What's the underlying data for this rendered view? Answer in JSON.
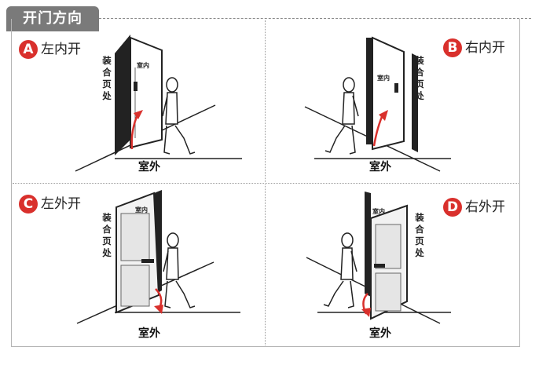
{
  "header": {
    "title": "开门方向"
  },
  "options": [
    {
      "letter": "A",
      "label": "左内开",
      "side": "装合页处",
      "inside": "室内",
      "outside": "室外"
    },
    {
      "letter": "B",
      "label": "右内开",
      "side": "装合页处",
      "inside": "室内",
      "outside": "室外"
    },
    {
      "letter": "C",
      "label": "左外开",
      "side": "装合页处",
      "inside": "室内",
      "outside": "室外"
    },
    {
      "letter": "D",
      "label": "右外开",
      "side": "装合页处",
      "inside": "室内",
      "outside": "室外"
    }
  ],
  "colors": {
    "accent": "#d9302c",
    "header_bg": "#7a7a7a",
    "arrow": "#d9302c"
  }
}
